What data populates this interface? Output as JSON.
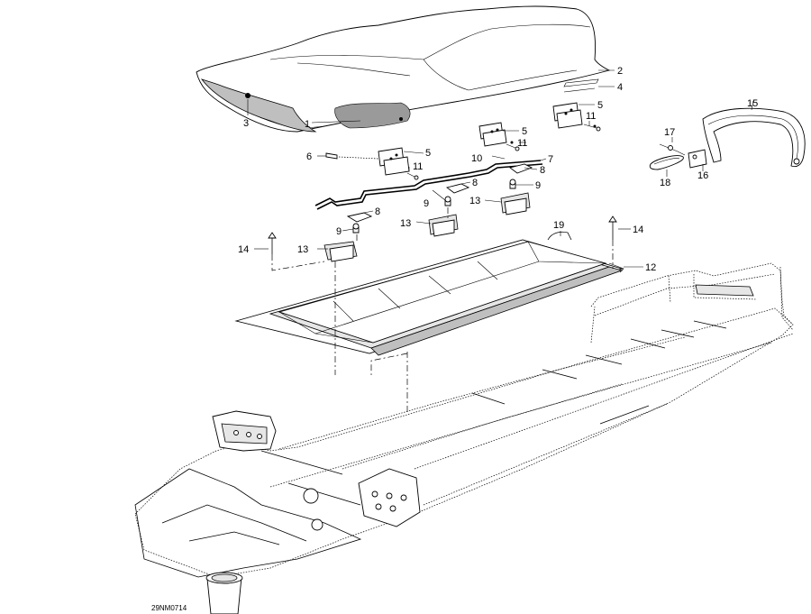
{
  "diagram": {
    "drawing_code": "29NM0714",
    "callouts": [
      {
        "id": "c1",
        "label": "1"
      },
      {
        "id": "c2",
        "label": "2"
      },
      {
        "id": "c3",
        "label": "3"
      },
      {
        "id": "c4",
        "label": "4"
      },
      {
        "id": "c5a",
        "label": "5"
      },
      {
        "id": "c5b",
        "label": "5"
      },
      {
        "id": "c5c",
        "label": "5"
      },
      {
        "id": "c6",
        "label": "6"
      },
      {
        "id": "c7",
        "label": "7"
      },
      {
        "id": "c8a",
        "label": "8"
      },
      {
        "id": "c8b",
        "label": "8"
      },
      {
        "id": "c8c",
        "label": "8"
      },
      {
        "id": "c9a",
        "label": "9"
      },
      {
        "id": "c9b",
        "label": "9"
      },
      {
        "id": "c9c",
        "label": "9"
      },
      {
        "id": "c10",
        "label": "10"
      },
      {
        "id": "c11a",
        "label": "11"
      },
      {
        "id": "c11b",
        "label": "11"
      },
      {
        "id": "c11c",
        "label": "11"
      },
      {
        "id": "c12",
        "label": "12"
      },
      {
        "id": "c13a",
        "label": "13"
      },
      {
        "id": "c13b",
        "label": "13"
      },
      {
        "id": "c13c",
        "label": "13"
      },
      {
        "id": "c14a",
        "label": "14"
      },
      {
        "id": "c14b",
        "label": "14"
      },
      {
        "id": "c15",
        "label": "15"
      },
      {
        "id": "c16",
        "label": "16"
      },
      {
        "id": "c17",
        "label": "17"
      },
      {
        "id": "c18",
        "label": "18"
      },
      {
        "id": "c19",
        "label": "19"
      }
    ]
  }
}
